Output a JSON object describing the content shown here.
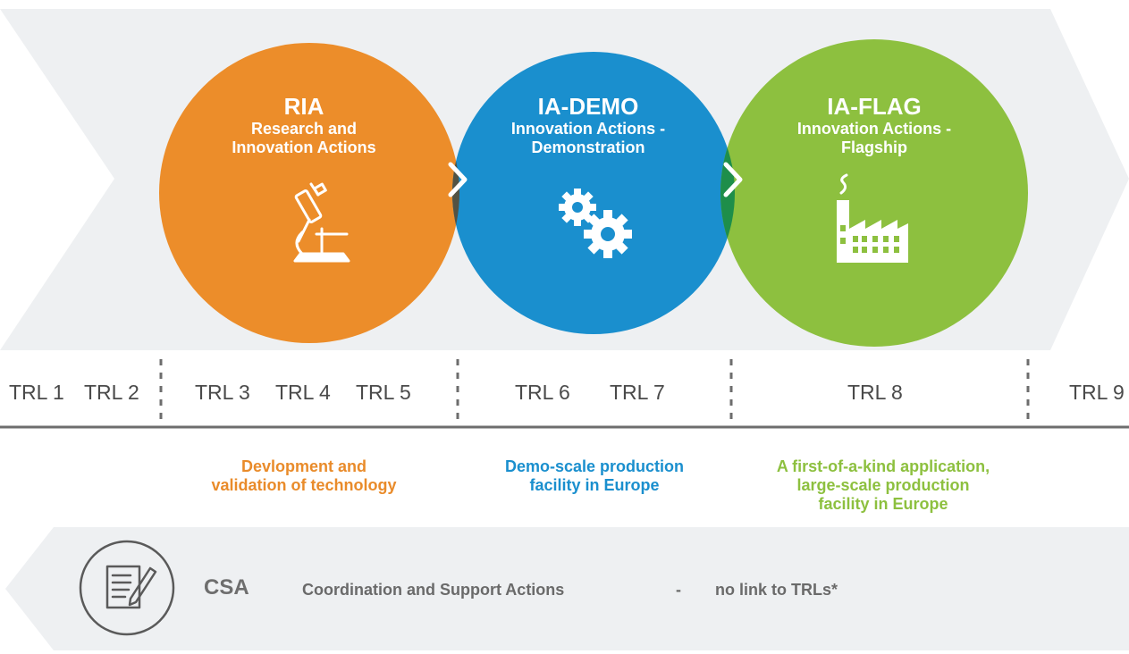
{
  "stages": [
    {
      "code": "RIA",
      "line1": "Research and",
      "line2": "Innovation Actions",
      "icon": "microscope-icon",
      "color": "#ec8d2a"
    },
    {
      "code": "IA-DEMO",
      "line1": "Innovation Actions -",
      "line2": "Demonstration",
      "icon": "gears-icon",
      "color": "#1a8fce"
    },
    {
      "code": "IA-FLAG",
      "line1": "Innovation Actions -",
      "line2": "Flagship",
      "icon": "factory-icon",
      "color": "#8dc03f"
    }
  ],
  "trl_labels": [
    "TRL 1",
    "TRL 2",
    "TRL 3",
    "TRL 4",
    "TRL 5",
    "TRL 6",
    "TRL 7",
    "TRL 8",
    "TRL 9"
  ],
  "descriptions": {
    "ria": {
      "line1": "Devlopment and",
      "line2": "validation of technology"
    },
    "demo": {
      "line1": "Demo-scale production",
      "line2": "facility in Europe"
    },
    "flag": {
      "line1": "A first-of-a-kind application,",
      "line2": "large-scale production",
      "line3": "facility in Europe"
    }
  },
  "csa": {
    "code": "CSA",
    "label": "Coordination and Support Actions",
    "separator": "-",
    "note": "no link to TRLs*",
    "icon": "document-icon"
  },
  "colors": {
    "arrow_band": "#eef0f2",
    "overlap_ria_demo": "#525243",
    "overlap_demo_flag": "#1e8e4a",
    "divider": "#6d6d6d",
    "text_gray": "#4a4a4a"
  }
}
